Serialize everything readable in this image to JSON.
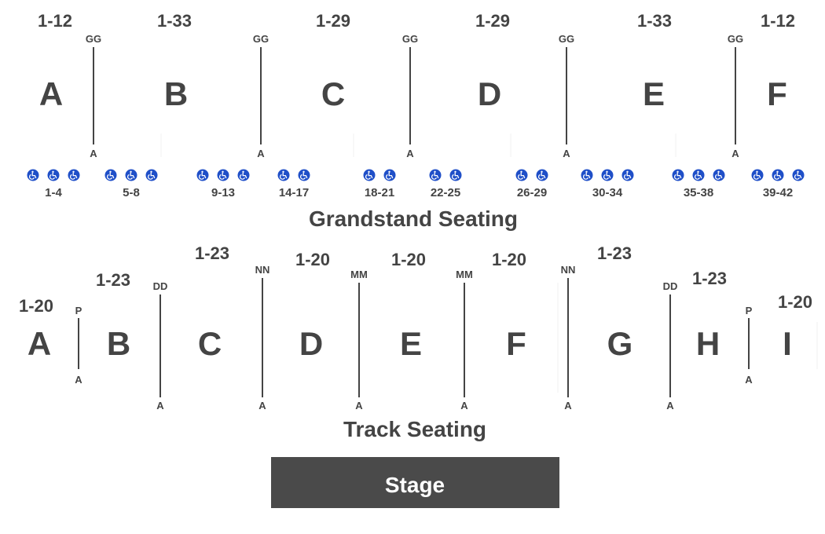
{
  "grandstand": {
    "title": "Grandstand Seating",
    "sections": [
      {
        "letter": "A",
        "rows": "1-12"
      },
      {
        "letter": "B",
        "rows": "1-33"
      },
      {
        "letter": "C",
        "rows": "1-29"
      },
      {
        "letter": "D",
        "rows": "1-29"
      },
      {
        "letter": "E",
        "rows": "1-33"
      },
      {
        "letter": "F",
        "rows": "1-12"
      }
    ],
    "dividers": [
      {
        "top": "GG",
        "bottom": "A"
      },
      {
        "top": "GG",
        "bottom": "A"
      },
      {
        "top": "GG",
        "bottom": "A"
      },
      {
        "top": "GG",
        "bottom": "A"
      },
      {
        "top": "GG",
        "bottom": "A"
      }
    ],
    "accessible_groups": [
      {
        "label": "1-4",
        "icons": 3
      },
      {
        "label": "5-8",
        "icons": 3
      },
      {
        "label": "9-13",
        "icons": 3
      },
      {
        "label": "14-17",
        "icons": 2
      },
      {
        "label": "18-21",
        "icons": 2
      },
      {
        "label": "22-25",
        "icons": 2
      },
      {
        "label": "26-29",
        "icons": 2
      },
      {
        "label": "30-34",
        "icons": 3
      },
      {
        "label": "35-38",
        "icons": 3
      },
      {
        "label": "39-42",
        "icons": 3
      }
    ],
    "accessible_icon": "wheelchair-icon",
    "accessible_color": "#1f4fc8"
  },
  "track": {
    "title": "Track Seating",
    "sections": [
      {
        "letter": "A",
        "rows": "1-20"
      },
      {
        "letter": "B",
        "rows": "1-23"
      },
      {
        "letter": "C",
        "rows": "1-23"
      },
      {
        "letter": "D",
        "rows": "1-20"
      },
      {
        "letter": "E",
        "rows": "1-20"
      },
      {
        "letter": "F",
        "rows": "1-20"
      },
      {
        "letter": "G",
        "rows": "1-23"
      },
      {
        "letter": "H",
        "rows": "1-23"
      },
      {
        "letter": "I",
        "rows": "1-20"
      }
    ],
    "dividers": [
      {
        "top": "P",
        "bottom": "A"
      },
      {
        "top": "DD",
        "bottom": "A"
      },
      {
        "top": "NN",
        "bottom": "A"
      },
      {
        "top": "MM",
        "bottom": "A"
      },
      {
        "top": "MM",
        "bottom": "A"
      },
      {
        "top": "NN",
        "bottom": "A"
      },
      {
        "top": "DD",
        "bottom": "A"
      },
      {
        "top": "P",
        "bottom": "A"
      }
    ]
  },
  "stage": {
    "label": "Stage",
    "color": "#4a4a4a"
  },
  "text_color": "#444444"
}
